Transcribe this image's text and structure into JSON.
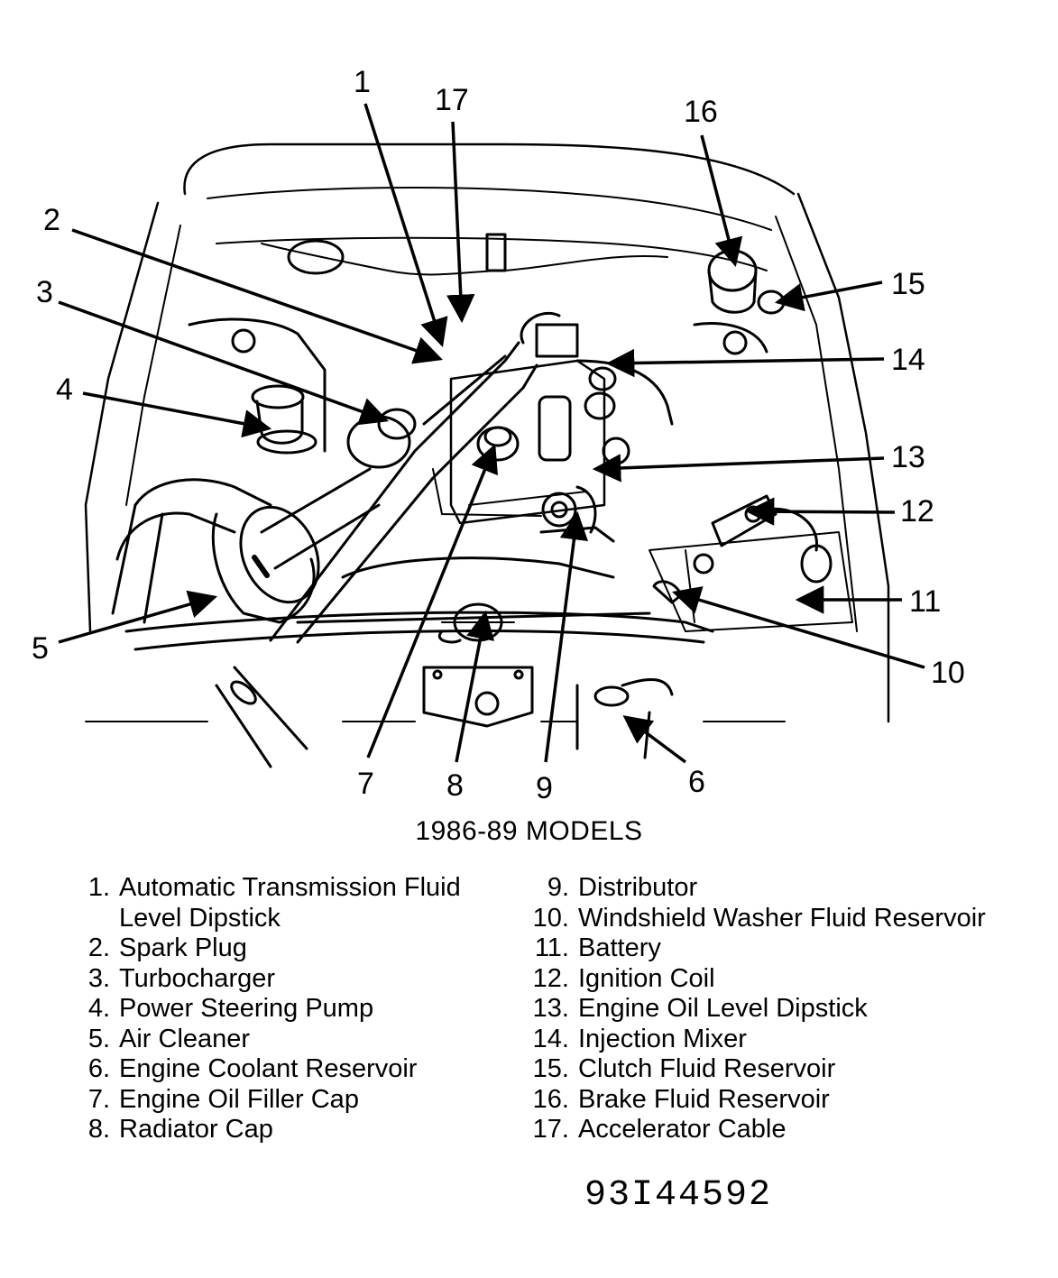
{
  "callouts": [
    "1",
    "2",
    "3",
    "4",
    "5",
    "6",
    "7",
    "8",
    "9",
    "10",
    "11",
    "12",
    "13",
    "14",
    "15",
    "16",
    "17"
  ],
  "caption": "1986-89 MODELS",
  "legend": [
    {
      "num": "1.",
      "text": "Automatic Transmission Fluid\nLevel Dipstick"
    },
    {
      "num": "2.",
      "text": "Spark Plug"
    },
    {
      "num": "3.",
      "text": "Turbocharger"
    },
    {
      "num": "4.",
      "text": "Power Steering Pump"
    },
    {
      "num": "5.",
      "text": "Air Cleaner"
    },
    {
      "num": "6.",
      "text": "Engine Coolant Reservoir"
    },
    {
      "num": "7.",
      "text": "Engine Oil Filler Cap"
    },
    {
      "num": "8.",
      "text": "Radiator Cap"
    },
    {
      "num": "9.",
      "text": "Distributor"
    },
    {
      "num": "10.",
      "text": "Windshield Washer Fluid Reservoir"
    },
    {
      "num": "11.",
      "text": "Battery"
    },
    {
      "num": "12.",
      "text": "Ignition Coil"
    },
    {
      "num": "13.",
      "text": "Engine Oil Level Dipstick"
    },
    {
      "num": "14.",
      "text": "Injection Mixer"
    },
    {
      "num": "15.",
      "text": "Clutch Fluid Reservoir"
    },
    {
      "num": "16.",
      "text": "Brake Fluid Reservoir"
    },
    {
      "num": "17.",
      "text": "Accelerator Cable"
    }
  ],
  "figure_id": "93I44592"
}
